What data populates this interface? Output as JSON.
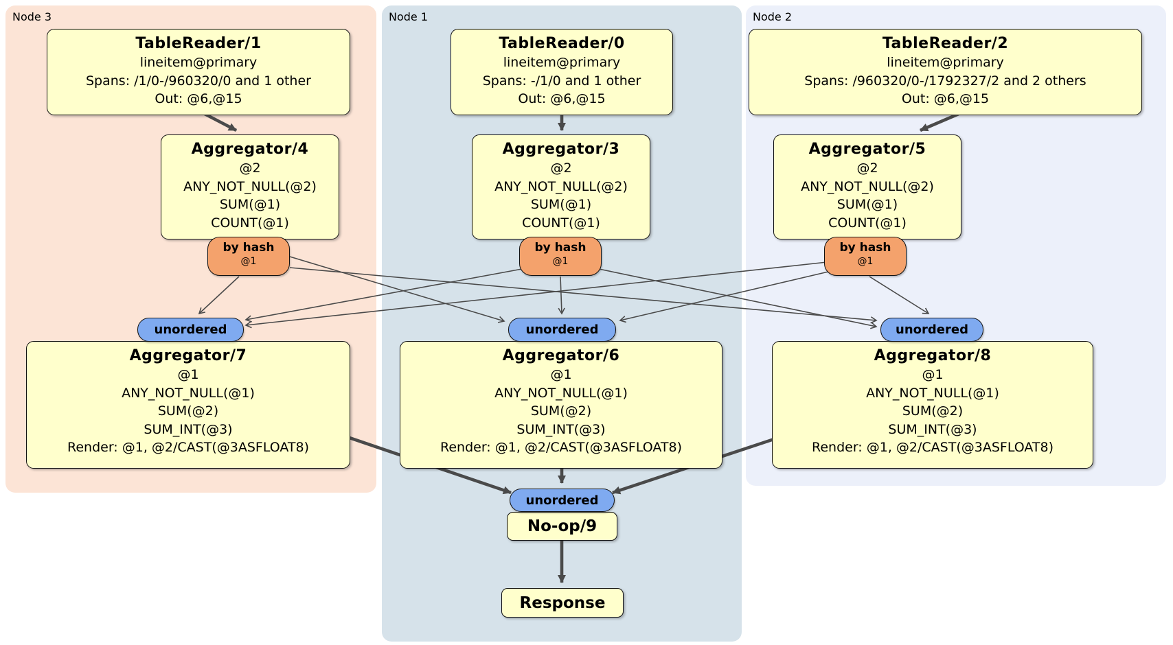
{
  "groups": {
    "node3": {
      "label": "Node 3"
    },
    "node1": {
      "label": "Node 1"
    },
    "node2": {
      "label": "Node 2"
    }
  },
  "boxes": {
    "tr1": {
      "title": "TableReader/1",
      "lines": [
        "lineitem@primary",
        "Spans: /1/0-/960320/0 and 1 other",
        "Out: @6,@15"
      ]
    },
    "tr0": {
      "title": "TableReader/0",
      "lines": [
        "lineitem@primary",
        "Spans: -/1/0 and 1 other",
        "Out: @6,@15"
      ]
    },
    "tr2": {
      "title": "TableReader/2",
      "lines": [
        "lineitem@primary",
        "Spans: /960320/0-/1792327/2 and 2 others",
        "Out: @6,@15"
      ]
    },
    "agg4": {
      "title": "Aggregator/4",
      "lines": [
        "@2",
        "ANY_NOT_NULL(@2)",
        "SUM(@1)",
        "COUNT(@1)"
      ]
    },
    "agg3": {
      "title": "Aggregator/3",
      "lines": [
        "@2",
        "ANY_NOT_NULL(@2)",
        "SUM(@1)",
        "COUNT(@1)"
      ]
    },
    "agg5": {
      "title": "Aggregator/5",
      "lines": [
        "@2",
        "ANY_NOT_NULL(@2)",
        "SUM(@1)",
        "COUNT(@1)"
      ]
    },
    "agg7": {
      "title": "Aggregator/7",
      "lines": [
        "@1",
        "ANY_NOT_NULL(@1)",
        "SUM(@2)",
        "SUM_INT(@3)",
        "Render: @1, @2/CAST(@3ASFLOAT8)"
      ]
    },
    "agg6": {
      "title": "Aggregator/6",
      "lines": [
        "@1",
        "ANY_NOT_NULL(@1)",
        "SUM(@2)",
        "SUM_INT(@3)",
        "Render: @1, @2/CAST(@3ASFLOAT8)"
      ]
    },
    "agg8": {
      "title": "Aggregator/8",
      "lines": [
        "@1",
        "ANY_NOT_NULL(@1)",
        "SUM(@2)",
        "SUM_INT(@3)",
        "Render: @1, @2/CAST(@3ASFLOAT8)"
      ]
    },
    "noop": {
      "title": "No-op/9"
    },
    "response": {
      "title": "Response"
    }
  },
  "router": {
    "label": "by hash",
    "detail": "@1"
  },
  "sync": {
    "label": "unordered"
  },
  "colors": {
    "proc-fill": "#ffffcc",
    "router-fill": "#f4a26c",
    "sync-fill": "#7faaf0",
    "node3-bg": "#fce4d6",
    "node1-bg": "#d6e2ea",
    "node2-bg": "#ecf0fa",
    "edge": "#4a4a4a"
  }
}
